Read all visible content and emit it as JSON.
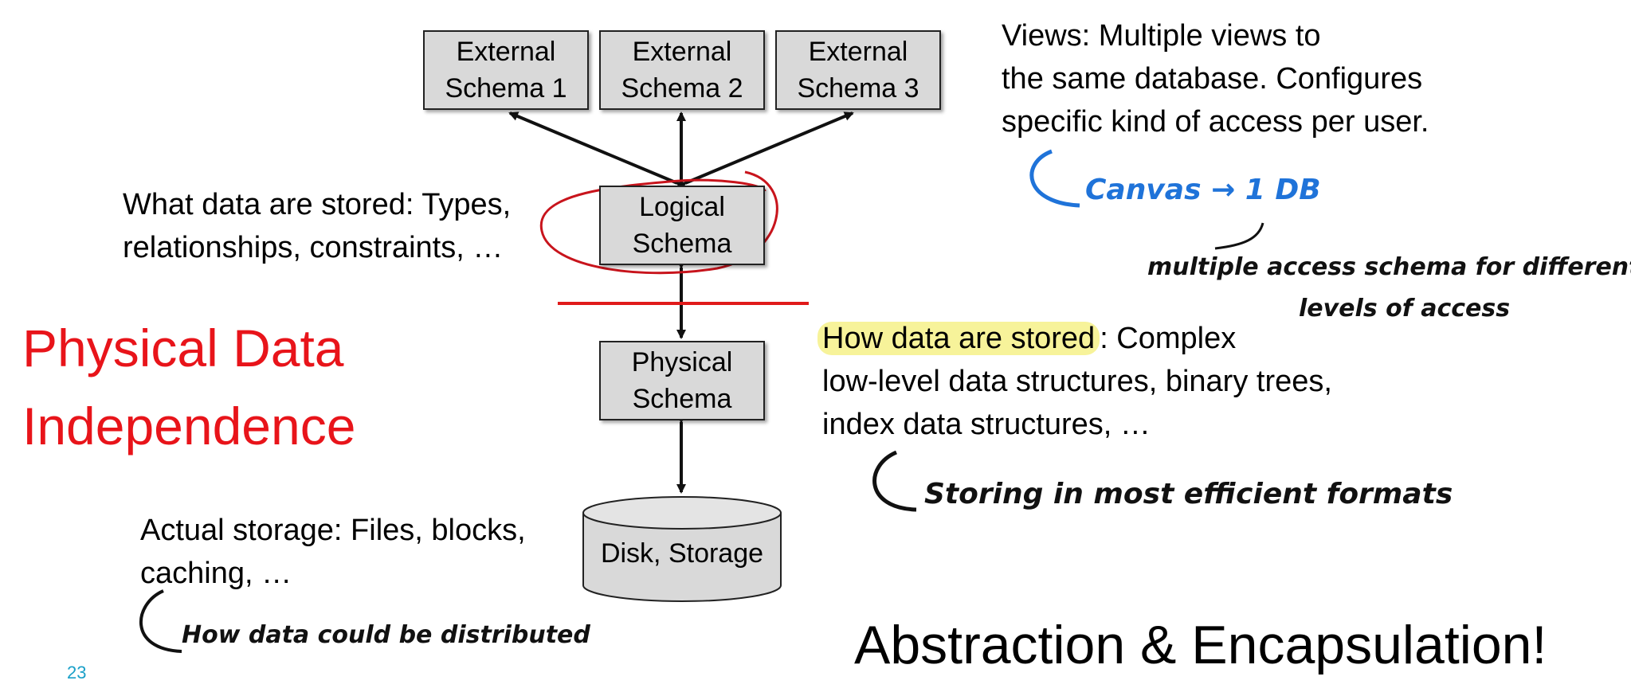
{
  "schemas": {
    "external1": [
      "External",
      "Schema 1"
    ],
    "external2": [
      "External",
      "Schema 2"
    ],
    "external3": [
      "External",
      "Schema 3"
    ],
    "logical": [
      "Logical",
      "Schema"
    ],
    "physical": [
      "Physical",
      "Schema"
    ],
    "disk": "Disk, Storage"
  },
  "text": {
    "views": [
      "Views: Multiple views to",
      "the same database. Configures",
      "specific kind of access per user."
    ],
    "what_data": [
      "What data are stored: Types,",
      "relationships, constraints, …"
    ],
    "physical_independence": [
      "Physical Data",
      "Independence"
    ],
    "how_data_highlight": "How data are stored",
    "how_data_rest": ": Complex",
    "how_data_more": [
      "low-level data structures, binary trees,",
      "index data structures, …"
    ],
    "actual_storage": [
      "Actual storage: Files, blocks,",
      "caching, …"
    ],
    "abstraction": "Abstraction & Encapsulation!",
    "page_number": "23"
  },
  "annotations": {
    "canvas": "Canvas → 1 DB",
    "multiple_access": [
      "multiple access schema for different",
      "levels of access"
    ],
    "storing": "Storing in most efficient formats",
    "distributed": "How data could be distributed"
  },
  "colors": {
    "red": "#e8141a",
    "ink_red": "#c0141e",
    "blue": "#1f73d9",
    "highlight": "#f7f39a",
    "box_fill": "#d9d9d9",
    "page_number": "#1aa0c8"
  }
}
